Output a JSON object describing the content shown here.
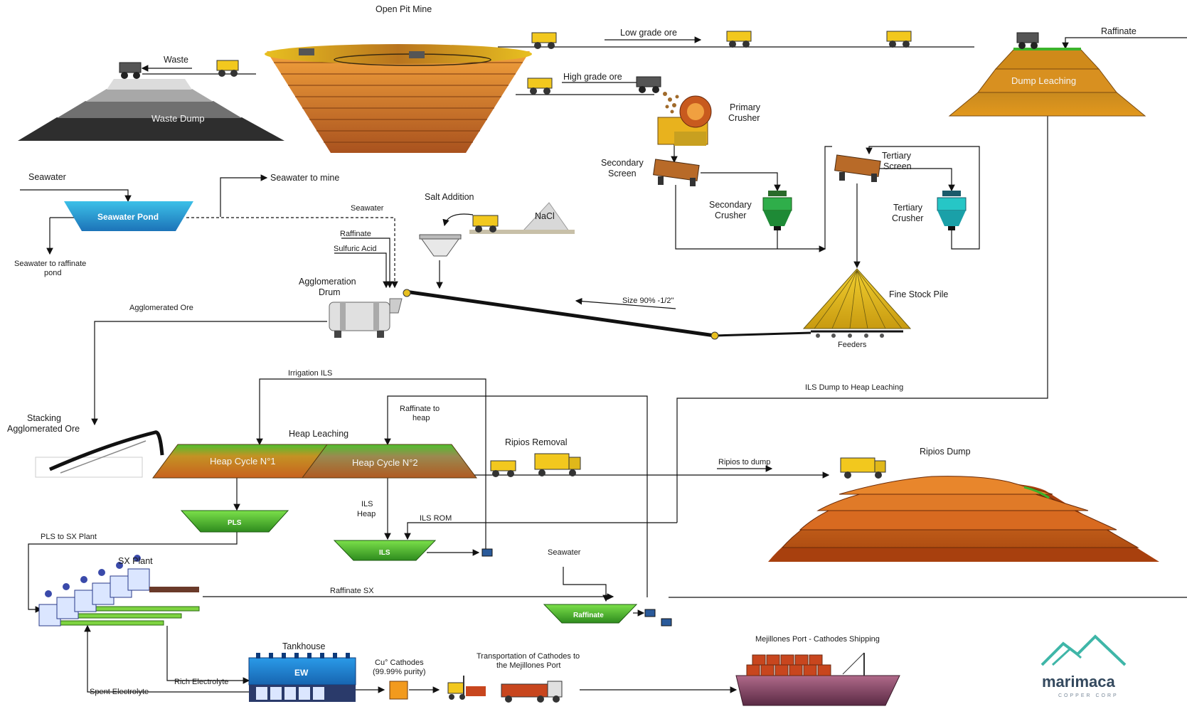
{
  "labels": {
    "open_pit_mine": "Open Pit Mine",
    "waste": "Waste",
    "waste_dump": "Waste Dump",
    "low_grade_ore": "Low grade ore",
    "high_grade_ore": "High grade ore",
    "raffinate_top": "Raffinate",
    "dump_leaching": "Dump Leaching",
    "primary_crusher_1": "Primary",
    "primary_crusher_2": "Crusher",
    "secondary_screen_1": "Secondary",
    "secondary_screen_2": "Screen",
    "secondary_crusher_1": "Secondary",
    "secondary_crusher_2": "Crusher",
    "tertiary_screen_1": "Tertiary",
    "tertiary_screen_2": "Screen",
    "tertiary_crusher_1": "Tertiary",
    "tertiary_crusher_2": "Crusher",
    "seawater_in": "Seawater",
    "seawater_pond": "Seawater Pond",
    "seawater_to_mine": "Seawater to mine",
    "seawater_to_raffinate_1": "Seawater to raffinate",
    "seawater_to_raffinate_2": "pond",
    "seawater_agglom": "Seawater",
    "salt_addition": "Salt Addition",
    "nacl": "NaCl",
    "raffinate_agglom": "Raffinate",
    "sulfuric_acid": "Sulfuric Acid",
    "agglomeration_drum_1": "Agglomeration",
    "agglomeration_drum_2": "Drum",
    "agglomerated_ore": "Agglomerated Ore",
    "size": "Size 90% -1/2\"",
    "fine_stock_pile": "Fine Stock Pile",
    "feeders": "Feeders",
    "irrigation_ils": "Irrigation ILS",
    "ils_dump_to_heap": "ILS Dump to Heap Leaching",
    "raffinate_to_heap_1": "Raffinate to",
    "raffinate_to_heap_2": "heap",
    "stacking_1": "Stacking",
    "stacking_2": "Agglomerated Ore",
    "heap_leaching": "Heap Leaching",
    "heap_cycle_1": "Heap Cycle N°1",
    "heap_cycle_2": "Heap Cycle N°2",
    "ripios_removal": "Ripios Removal",
    "ripios_dump": "Ripios Dump",
    "ripios_to_dump": "Ripios to dump",
    "pls": "PLS",
    "ils_heap_1": "ILS",
    "ils_heap_2": "Heap",
    "ils_rom": "ILS ROM",
    "ils_pond": "ILS",
    "pls_to_sx": "PLS to SX Plant",
    "sx_plant": "SX Plant",
    "raffinate_sx": "Raffinate SX",
    "seawater_raff": "Seawater",
    "raffinate_pond": "Raffinate",
    "tankhouse": "Tankhouse",
    "ew": "EW",
    "spent_electrolyte": "Spent Electrolyte",
    "rich_electrolyte": "Rich Electrolyte",
    "cathodes_1": "Cu° Cathodes",
    "cathodes_2": "(99.99% purity)",
    "transport_1": "Transportation of Cathodes to",
    "transport_2": "the Mejillones Port",
    "port": "Mejillones Port - Cathodes Shipping",
    "logo_name": "marimaca",
    "logo_sub": "COPPER CORP"
  },
  "colors": {
    "pit_orange": "#d9782a",
    "leach_green": "#5cbf2a",
    "logo_teal": "#3fb6a8",
    "ew_blue": "#1e88d8"
  }
}
